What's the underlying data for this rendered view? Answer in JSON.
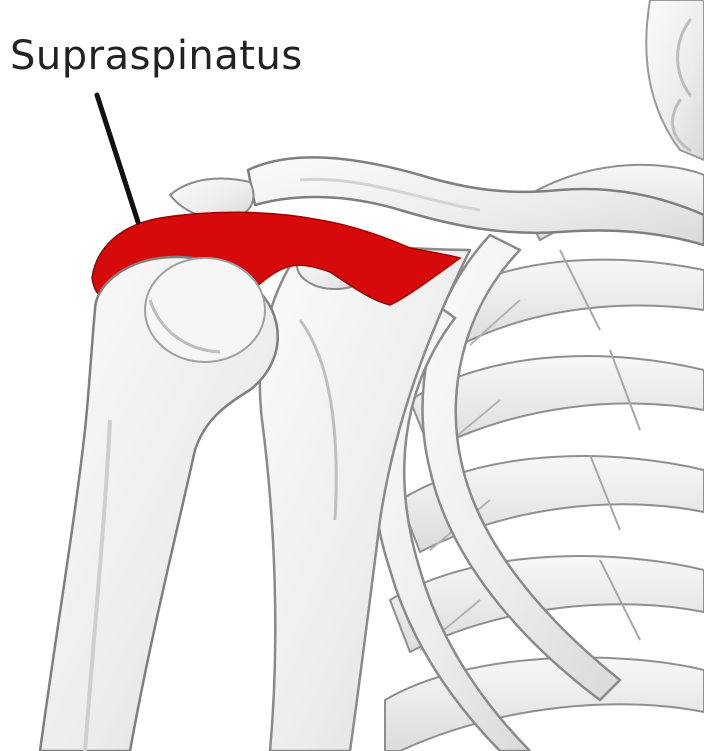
{
  "annotation": {
    "label": "Supraspinatus"
  },
  "colors": {
    "background": "#ffffff",
    "bone_fill": "#f1f1f1",
    "bone_outline": "#8a8a8a",
    "bone_shadow": "#d0d0d0",
    "muscle": "#d60a0a",
    "label_text": "#222222",
    "leader_line": "#111111"
  },
  "icons": {
    "muscle_highlight": "supraspinatus-muscle-highlight",
    "skeleton": "shoulder-skeleton-illustration"
  }
}
